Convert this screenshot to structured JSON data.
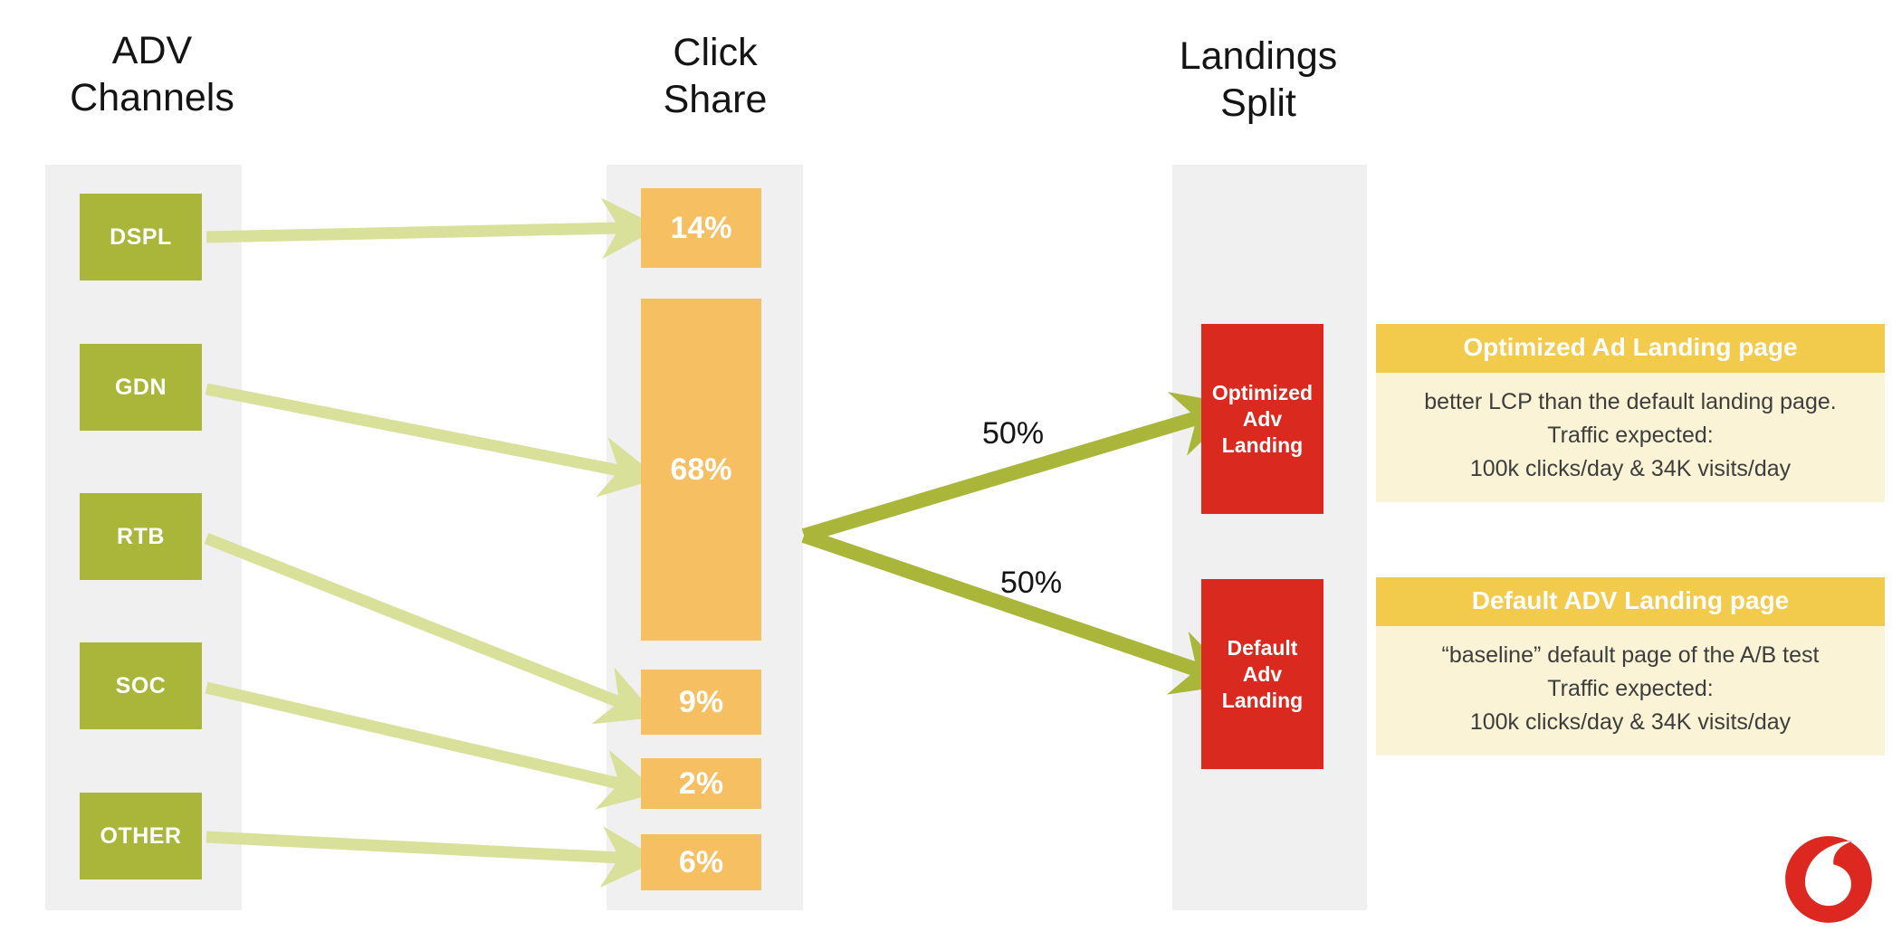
{
  "columns": {
    "adv": {
      "title": "ADV\nChannels"
    },
    "click": {
      "title": "Click\nShare"
    },
    "landings": {
      "title": "Landings\nSplit"
    }
  },
  "adv_channels": [
    {
      "label": "DSPL"
    },
    {
      "label": "GDN"
    },
    {
      "label": "RTB"
    },
    {
      "label": "SOC"
    },
    {
      "label": "OTHER"
    }
  ],
  "click_share": [
    {
      "label": "14%"
    },
    {
      "label": "68%"
    },
    {
      "label": "9%"
    },
    {
      "label": "2%"
    },
    {
      "label": "6%"
    }
  ],
  "landings": [
    {
      "label": "Optimized\nAdv\nLanding"
    },
    {
      "label": "Default\nAdv\nLanding"
    }
  ],
  "split": {
    "top_label": "50%",
    "bottom_label": "50%"
  },
  "info_cards": [
    {
      "heading": "Optimized Ad Landing page",
      "body": "better LCP than the default landing page.\nTraffic expected:\n100k clicks/day  & 34K visits/day"
    },
    {
      "heading": "Default ADV Landing page",
      "body": "“baseline” default page of the A/B test\nTraffic expected:\n100k clicks/day  & 34K visits/day"
    }
  ],
  "logo": {
    "name": "vodafone-speechmark-logo"
  },
  "chart_data": {
    "type": "diagram",
    "title": "ADV channel click share and landing page A/B split",
    "nodes": {
      "adv_channels": [
        "DSPL",
        "GDN",
        "RTB",
        "SOC",
        "OTHER"
      ],
      "click_share": [
        "14%",
        "68%",
        "9%",
        "2%",
        "6%"
      ],
      "landings": [
        "Optimized Adv Landing",
        "Default Adv Landing"
      ]
    },
    "click_share_values": [
      14,
      68,
      9,
      2,
      6
    ],
    "links": [
      {
        "from": "DSPL",
        "to": "14%"
      },
      {
        "from": "GDN",
        "to": "68%"
      },
      {
        "from": "RTB",
        "to": "9%"
      },
      {
        "from": "SOC",
        "to": "2%"
      },
      {
        "from": "OTHER",
        "to": "6%"
      },
      {
        "from": "Click Share",
        "to": "Optimized Adv Landing",
        "value": 50,
        "label": "50%"
      },
      {
        "from": "Click Share",
        "to": "Default Adv Landing",
        "value": 50,
        "label": "50%"
      }
    ]
  },
  "colors": {
    "channel_green": "#a9b63a",
    "share_orange": "#f5bf62",
    "landing_red": "#da2a1f",
    "card_header_yellow": "#f2ca4c",
    "card_body_cream": "#fbf3d5",
    "panel_grey": "#f0f0f0",
    "arrow_light": "#d9e09a",
    "arrow_strong": "#a9b63a"
  }
}
